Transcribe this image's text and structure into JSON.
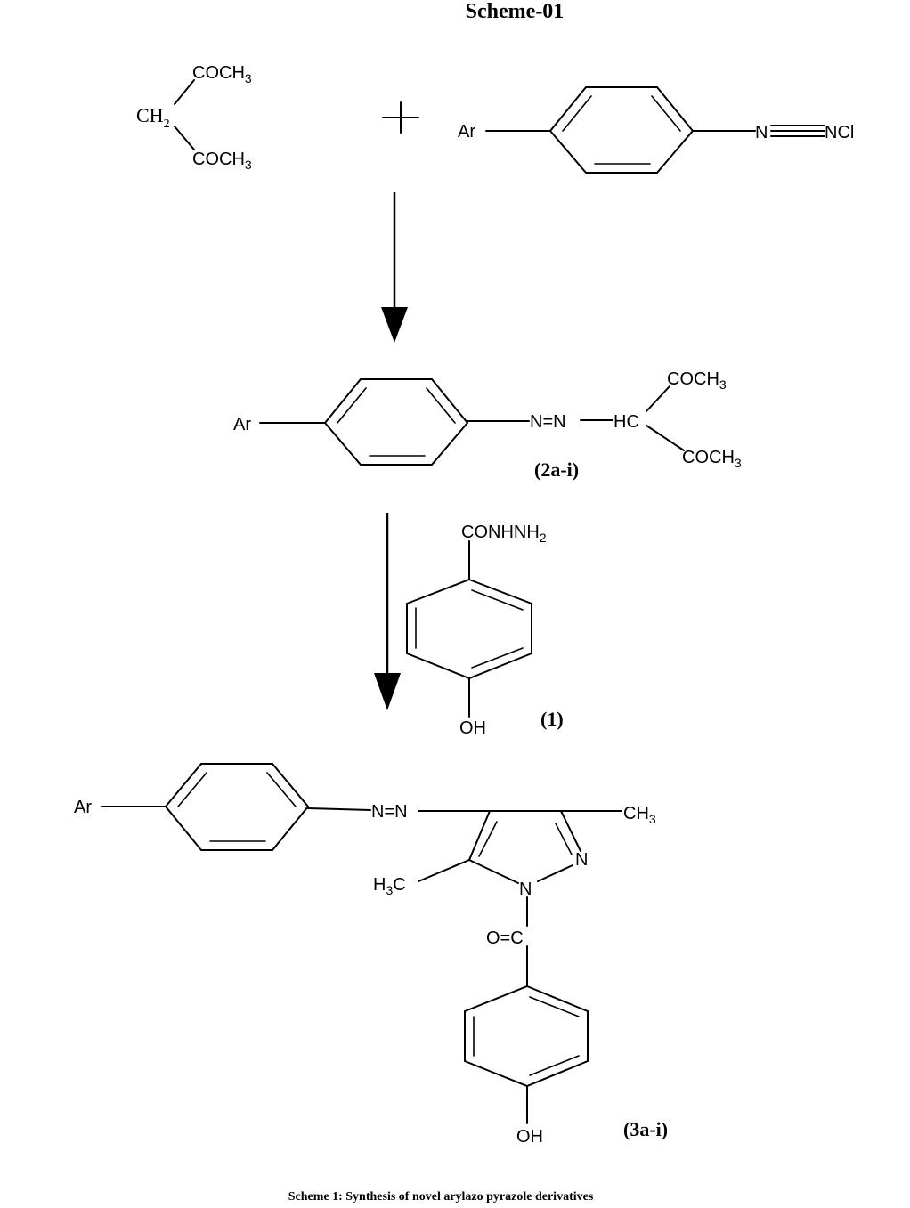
{
  "title": "Scheme-01",
  "caption": "Scheme 1: Synthesis of novel arylazo pyrazole derivatives",
  "reactant_diketone": {
    "top_group": "COCH",
    "top_group_sub": "3",
    "center": "CH",
    "center_sub": "2",
    "bottom_group": "COCH",
    "bottom_group_sub": "3"
  },
  "plus_sign": "+",
  "reactant_diazonium": {
    "aryl": "Ar",
    "diazo_n1": "N",
    "diazo_tail": "NCl"
  },
  "intermediate": {
    "aryl": "Ar",
    "azo": "N=N",
    "ch": "HC",
    "top_group": "COCH",
    "top_group_sub": "3",
    "bottom_group": "COCH",
    "bottom_group_sub": "3",
    "label": "(2a-i)"
  },
  "reagent": {
    "top_group": "CONHNH",
    "top_group_sub": "2",
    "bottom_group": "OH",
    "label": "(1)"
  },
  "product": {
    "aryl": "Ar",
    "azo": "N=N",
    "methyl_right": "CH",
    "methyl_right_sub": "3",
    "ring_n_right": "N",
    "ring_n_bottom": "N",
    "methyl_left_pre": "H",
    "methyl_left_sub": "3",
    "methyl_left_post": "C",
    "carbonyl": "O=C",
    "bottom_group": "OH",
    "label": "(3a-i)"
  }
}
